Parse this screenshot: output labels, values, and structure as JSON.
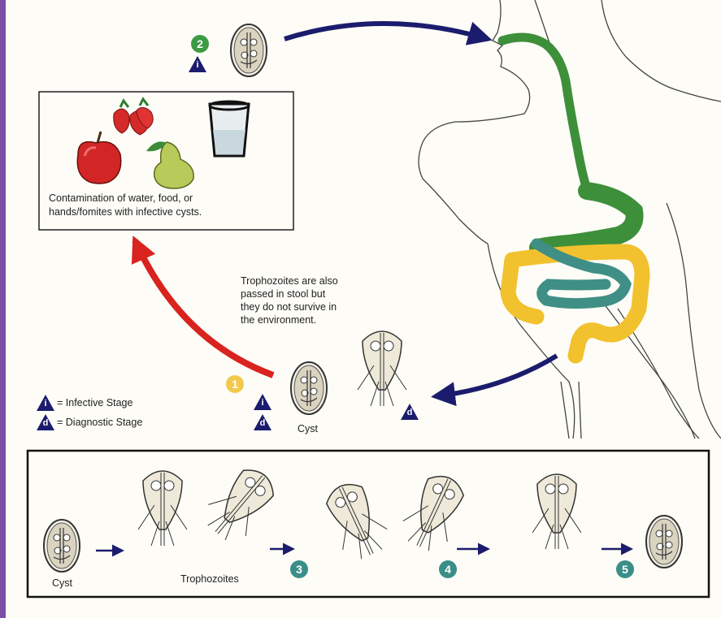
{
  "colors": {
    "left_band": "#7b4fa6",
    "background": "#fdfcf6",
    "arrow_navy": "#1c1c6e",
    "arrow_red": "#d9231f",
    "gut_green": "#3e8f3a",
    "colon_yellow": "#f2c12e",
    "intestine_teal": "#3f8f86",
    "step_green": "#3d9a45",
    "step_teal": "#3a8e88",
    "step_yellow": "#f2c94c"
  },
  "icons": [
    "apple-icon",
    "strawberries-icon",
    "pear-icon",
    "water-glass-icon",
    "cyst-icon",
    "trophozoite-icon"
  ],
  "contamination": {
    "caption_line1": "Contamination of water, food, or",
    "caption_line2": "hands/fomites with infective cysts."
  },
  "note": {
    "line1": "Trophozoites are also",
    "line2": "passed in stool but",
    "line3": "they do not survive in",
    "line4": "the environment."
  },
  "legend": {
    "infective_symbol": "i",
    "infective_label": "= Infective Stage",
    "diagnostic_symbol": "d",
    "diagnostic_label": "= Diagnostic Stage"
  },
  "labels": {
    "cyst": "Cyst",
    "cyst_panel": "Cyst",
    "trophozoites": "Trophozoites"
  },
  "steps": {
    "s1": "1",
    "s2": "2",
    "s3": "3",
    "s4": "4",
    "s5": "5"
  },
  "stage_marks": {
    "infective": "i",
    "diagnostic": "d"
  }
}
